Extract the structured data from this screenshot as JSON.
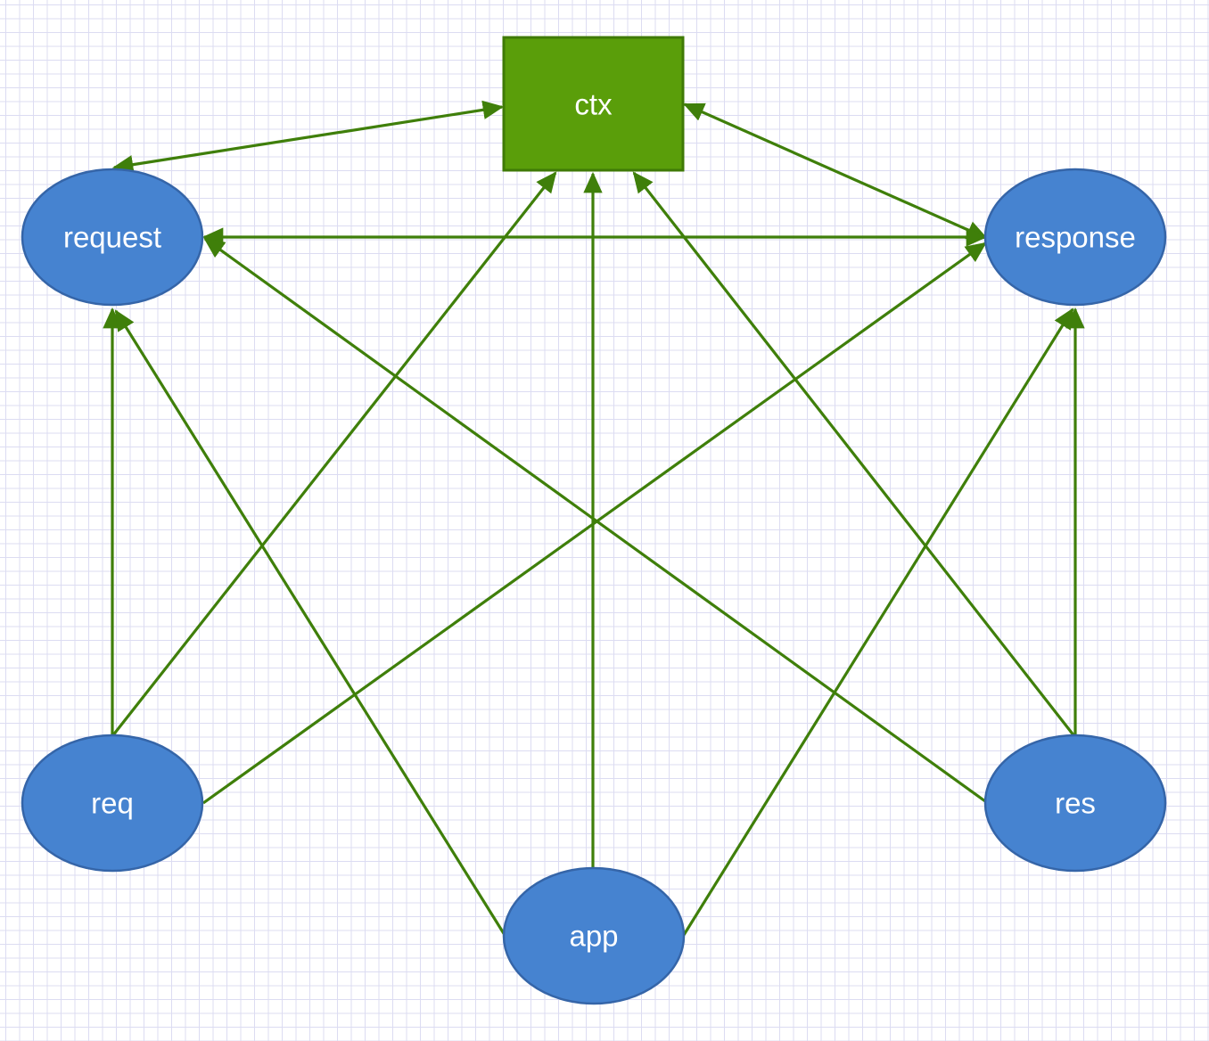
{
  "nodes": {
    "ctx": {
      "label": "ctx",
      "shape": "rect",
      "color": "#5a9e0a"
    },
    "request": {
      "label": "request",
      "shape": "ellipse",
      "color": "#4683d0"
    },
    "response": {
      "label": "response",
      "shape": "ellipse",
      "color": "#4683d0"
    },
    "req": {
      "label": "req",
      "shape": "ellipse",
      "color": "#4683d0"
    },
    "res": {
      "label": "res",
      "shape": "ellipse",
      "color": "#4683d0"
    },
    "app": {
      "label": "app",
      "shape": "ellipse",
      "color": "#4683d0"
    }
  },
  "edges": [
    {
      "from": "ctx",
      "to": "request",
      "bidirectional": true
    },
    {
      "from": "ctx",
      "to": "response",
      "bidirectional": true
    },
    {
      "from": "request",
      "to": "response",
      "bidirectional": true
    },
    {
      "from": "req",
      "to": "request",
      "bidirectional": false
    },
    {
      "from": "req",
      "to": "ctx",
      "bidirectional": false
    },
    {
      "from": "req",
      "to": "response",
      "bidirectional": false
    },
    {
      "from": "app",
      "to": "request",
      "bidirectional": false
    },
    {
      "from": "app",
      "to": "ctx",
      "bidirectional": false
    },
    {
      "from": "app",
      "to": "response",
      "bidirectional": false
    },
    {
      "from": "res",
      "to": "request",
      "bidirectional": false
    },
    {
      "from": "res",
      "to": "ctx",
      "bidirectional": false
    },
    {
      "from": "res",
      "to": "response",
      "bidirectional": false
    }
  ],
  "colors": {
    "edge": "#3f7f0a",
    "grid": "#dcdcf2",
    "label": "#ffffff"
  }
}
